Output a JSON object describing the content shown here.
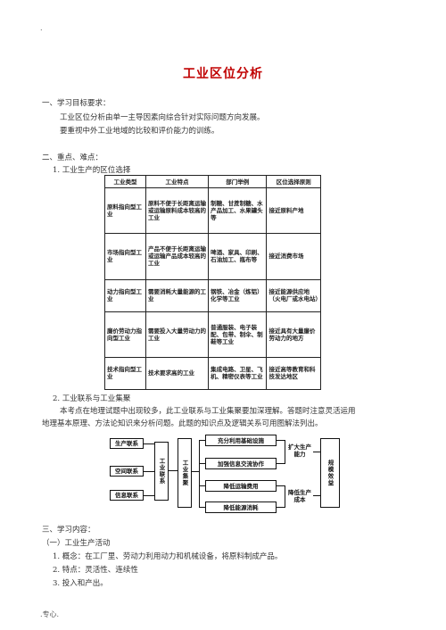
{
  "header_mark": ".",
  "title": "工业区位分析",
  "sec1": {
    "heading": "一、学习目标要求：",
    "items": [
      "工业区位分析由单一主导因素向综合针对实际问题方向发展。",
      "要重视中外工业地域的比较和评价能力的训练。"
    ]
  },
  "sec2": {
    "heading": "二、重点、难点：",
    "item1": "1. 工业生产的区位选择",
    "item2": "2. 工业联系与工业集聚",
    "para_line1": "本考点在地理试题中出现较多，此工业联系与工业集聚要加深理解。答题时注意灵活运用",
    "para_line2": "地理基本原理、方法论知识来分析问题。此题的知识点及逻辑关系可用图解法列出。"
  },
  "table": {
    "headers": [
      "工业类型",
      "工业特点",
      "部门举例",
      "区位选择原则"
    ],
    "rows": [
      [
        "原料指向型工业",
        "原料不便于长距离运输或运输原料成本较高的工业",
        "制糖、甘蔗制糖、水产品加工、水果罐头等",
        "接近原料产地"
      ],
      [
        "市场指向型工业",
        "产品不便于长距离运输或运输产品成本较高的工业",
        "啤酒、家具、印刷、石油加工、瓶布等",
        "接近消费市场"
      ],
      [
        "动力指向型工业",
        "需要消耗大量能源的工业",
        "钢铁、冶金（炼铝）化学等工业",
        "接近能源供应地（火电厂或水电站）"
      ],
      [
        "廉价劳动力指向型工业",
        "需要投入大量劳动力的工业",
        "普通服装、电子装配、包带、制伞、制鞋等工业",
        "接近具有大量廉价劳动力的地方"
      ],
      [
        "技术指向型工业",
        "技术要求高的工业",
        "集成电路、卫星、飞机、精密仪表等工业",
        "接近高等教育和科技发达地区"
      ]
    ]
  },
  "diagram": {
    "left_boxes": [
      "生产联系",
      "空间联系",
      "信息联系"
    ],
    "industry_link": "工业联系",
    "industry_cluster": "工业集聚",
    "middle_boxes": [
      "充分利用基础设施",
      "加强信息交流协作",
      "降低运输费用",
      "降低能源消耗"
    ],
    "expand": "扩大生产能力",
    "reduce": "降低生产成本",
    "result": "规模效益"
  },
  "sec3": {
    "heading": "三、学习内容：",
    "sub": "（一）工业生产活动",
    "items": [
      "1. 概念：在工厂里、劳动力利用动力和机械设备，将原料制成产品。",
      "2. 特点：灵活性、连续性",
      "3. 投入和产出。"
    ]
  },
  "footer": ".专心."
}
